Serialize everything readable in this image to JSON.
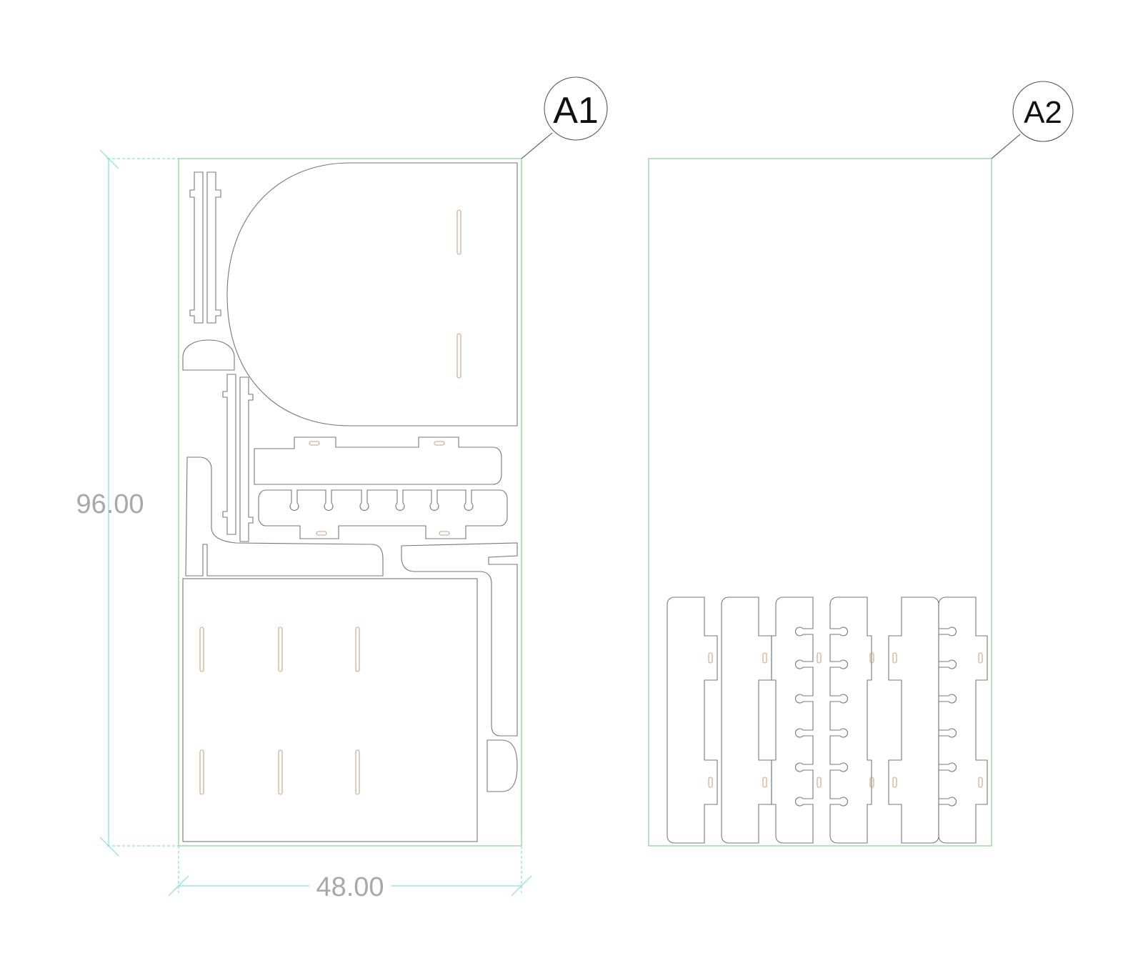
{
  "sheets": [
    {
      "tag": "A1"
    },
    {
      "tag": "A2"
    }
  ],
  "dimensions": {
    "height": "96.00",
    "width": "48.00"
  },
  "colors": {
    "sheet_outline": "#7fd48f",
    "dimension_line": "#7fe0dc",
    "part_outline": "#777777",
    "slot_outline": "#c9a27a",
    "dimension_text": "#a8a8a8"
  }
}
